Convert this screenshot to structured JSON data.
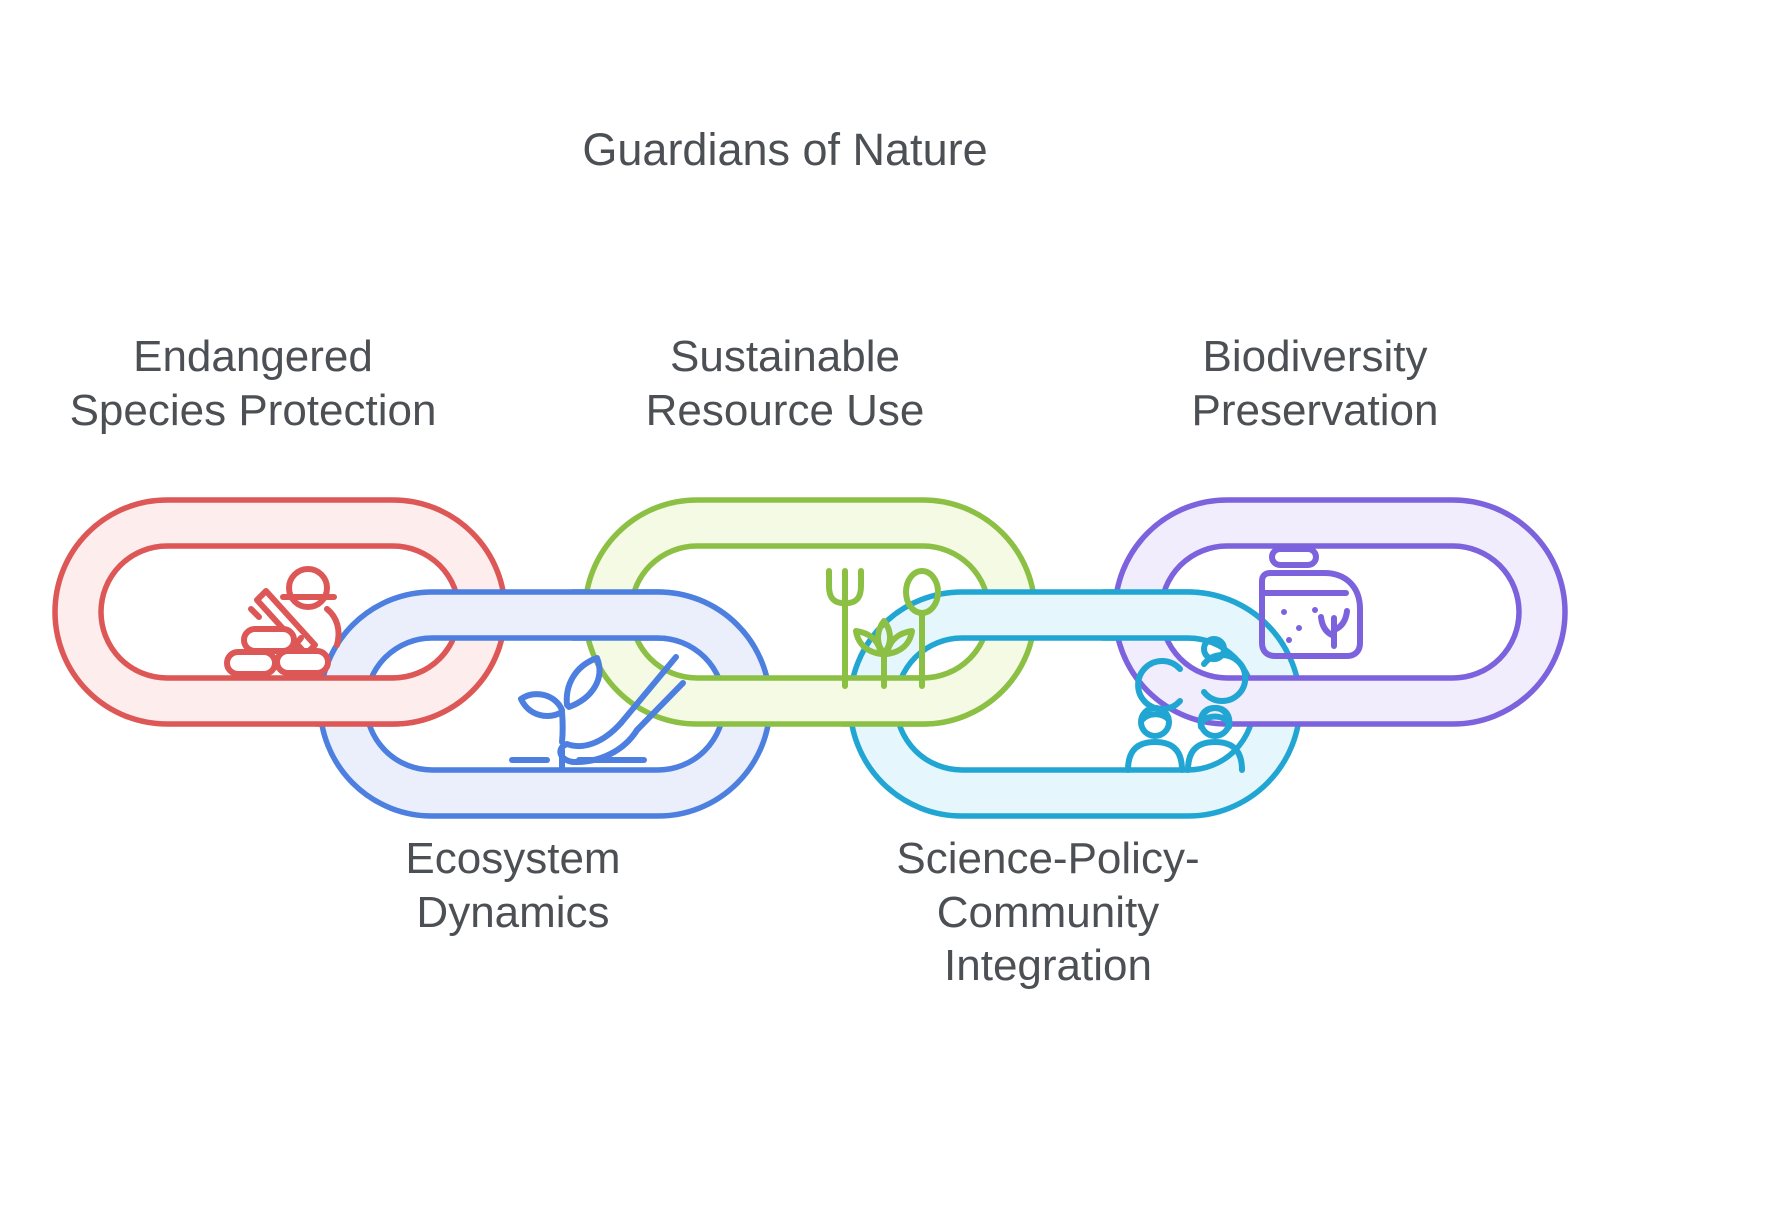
{
  "title": "Guardians of Nature",
  "colors": {
    "text": "#4c4f53",
    "background": "#ffffff",
    "red_stroke": "#dd5757",
    "red_fill": "#fdeded",
    "blue_stroke": "#4d7fe0",
    "blue_fill": "#eaeffb",
    "green_stroke": "#8cc045",
    "green_fill": "#f4fae4",
    "cyan_stroke": "#21a6d4",
    "cyan_fill": "#e5f6fc",
    "purple_stroke": "#7c62dd",
    "purple_fill": "#f1edfc"
  },
  "links": [
    {
      "label": "Endangered\nSpecies Protection",
      "icon": "ranger-icon",
      "color": "red",
      "label_position": "top"
    },
    {
      "label": "Ecosystem\nDynamics",
      "icon": "seedling-hand-icon",
      "color": "blue",
      "label_position": "bottom"
    },
    {
      "label": "Sustainable\nResource Use",
      "icon": "fork-spoon-plant-icon",
      "color": "green",
      "label_position": "top"
    },
    {
      "label": "Science-Policy-\nCommunity\nIntegration",
      "icon": "community-people-icon",
      "color": "cyan",
      "label_position": "bottom"
    },
    {
      "label": "Biodiversity\nPreservation",
      "icon": "terrarium-icon",
      "color": "purple",
      "label_position": "top"
    }
  ]
}
